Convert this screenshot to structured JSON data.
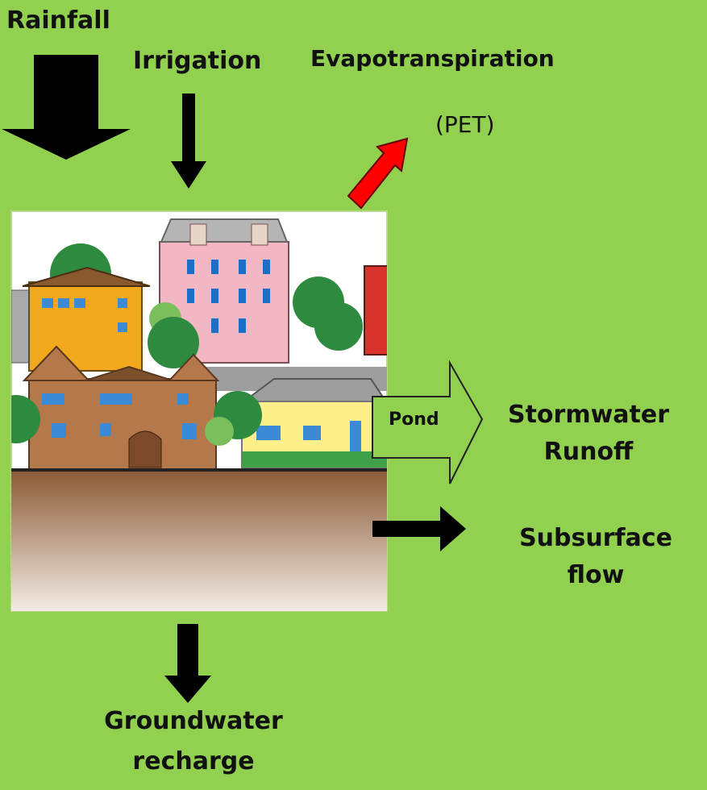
{
  "labels": {
    "rainfall": "Rainfall",
    "irrigation": "Irrigation",
    "evapotranspiration": "Evapotranspiration",
    "pet": "(PET)",
    "pond": "Pond",
    "stormwater_line1": "Stormwater",
    "stormwater_line2": "Runoff",
    "subsurface_line1": "Subsurface",
    "subsurface_line2": "flow",
    "groundwater_line1": "Groundwater",
    "groundwater_line2": "recharge"
  },
  "colors": {
    "background": "#92d050",
    "arrow": "#000000",
    "evap_arrow": "#ff0000"
  }
}
